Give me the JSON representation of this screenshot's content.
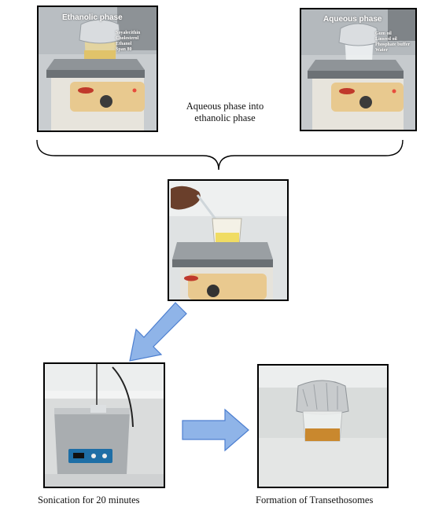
{
  "panels": {
    "ethanolic": {
      "title": "Ethanolic phase",
      "ingredients": [
        "Soyalecithin",
        "Cholesterol",
        "Ethanol",
        "Span 80"
      ]
    },
    "aqueous": {
      "title": "Aqueous phase",
      "ingredients": [
        "Gum oil",
        "Linseed oil",
        "Phosphate buffer",
        "Water"
      ]
    }
  },
  "captions": {
    "merge": "Aqueous phase into ethanolic phase",
    "sonication": "Sonication for 20 minutes",
    "formation": "Formation of Transethosomes"
  },
  "colors": {
    "arrow_fill": "#8fb4e8",
    "arrow_stroke": "#4d7fd0",
    "liquid": "#e9cf6a",
    "liquid_amber": "#c9882e"
  }
}
